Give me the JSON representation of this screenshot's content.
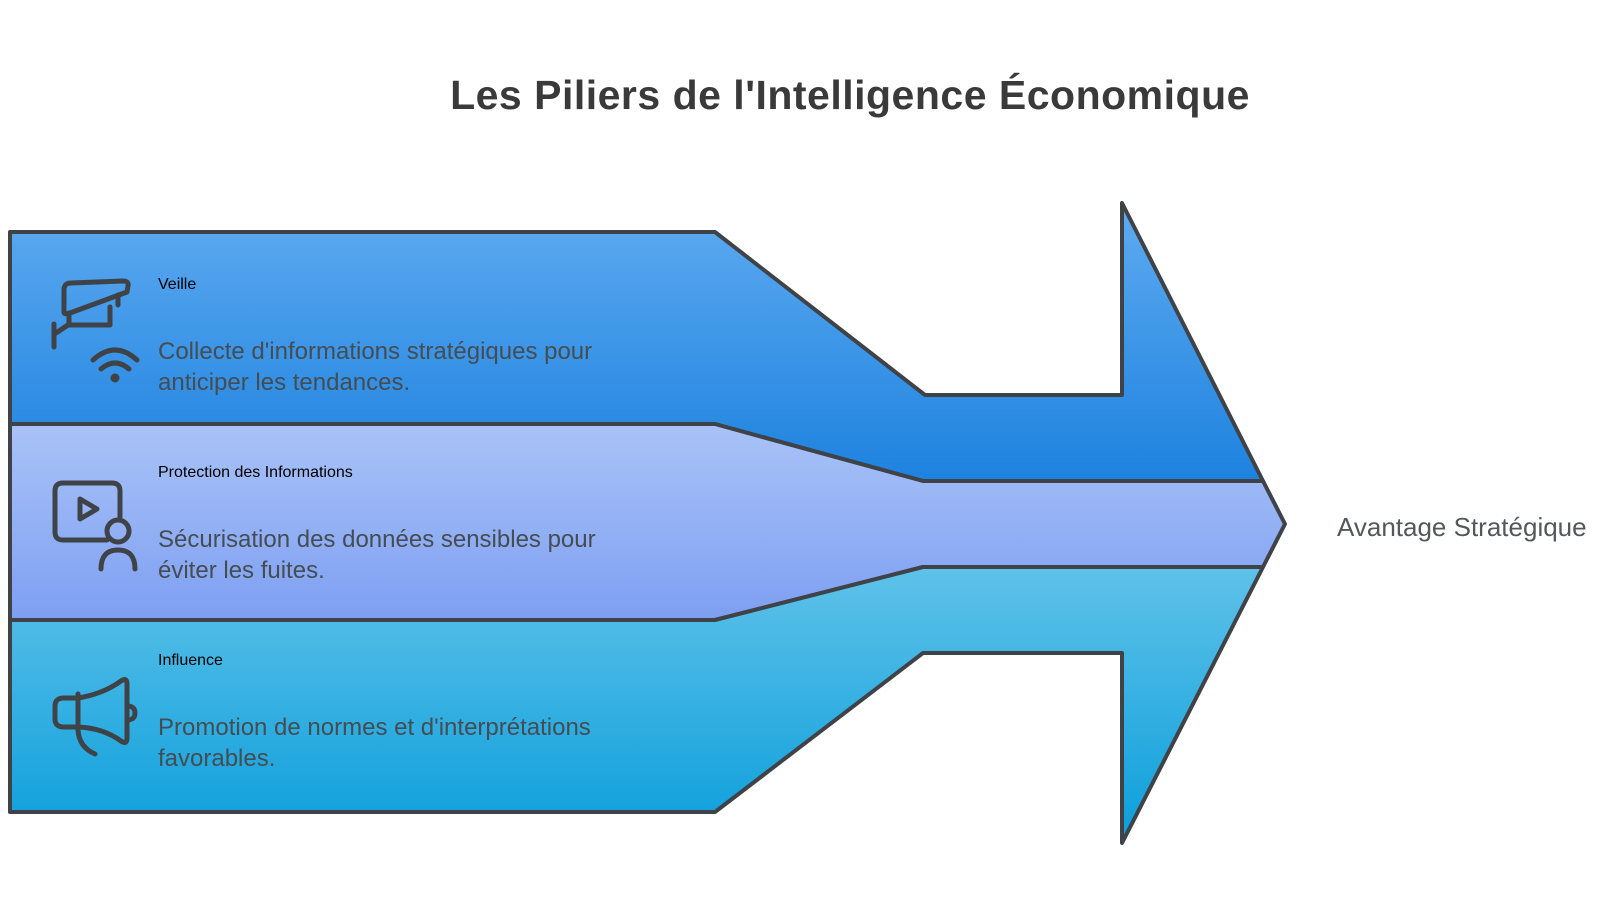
{
  "title": "Les Piliers de l'Intelligence Économique",
  "pillars": [
    {
      "name": "Veille",
      "description": "Collecte d'informations stratégiques pour\nanticiper les tendances.",
      "icon": "cctv-camera-icon",
      "color_top": "#5fabf0",
      "color_bottom": "#1d82df"
    },
    {
      "name": "Protection des Informations",
      "description": "Sécurisation des données sensibles pour\néviter les fuites.",
      "icon": "video-presenter-icon",
      "color_top": "#a9c3f7",
      "color_bottom": "#7e9ff2"
    },
    {
      "name": "Influence",
      "description": "Promotion de normes et d'interprétations\nfavorables.",
      "icon": "megaphone-icon",
      "color_top": "#5fc2e9",
      "color_bottom": "#0b9edb"
    }
  ],
  "outcome_label": "Avantage Stratégique",
  "colors": {
    "outline": "#3f4347",
    "title_text": "#3a3a3a",
    "band_text": "#3c4247",
    "description_text": "#454c52",
    "outcome_text": "#55585a",
    "background": "#ffffff"
  }
}
